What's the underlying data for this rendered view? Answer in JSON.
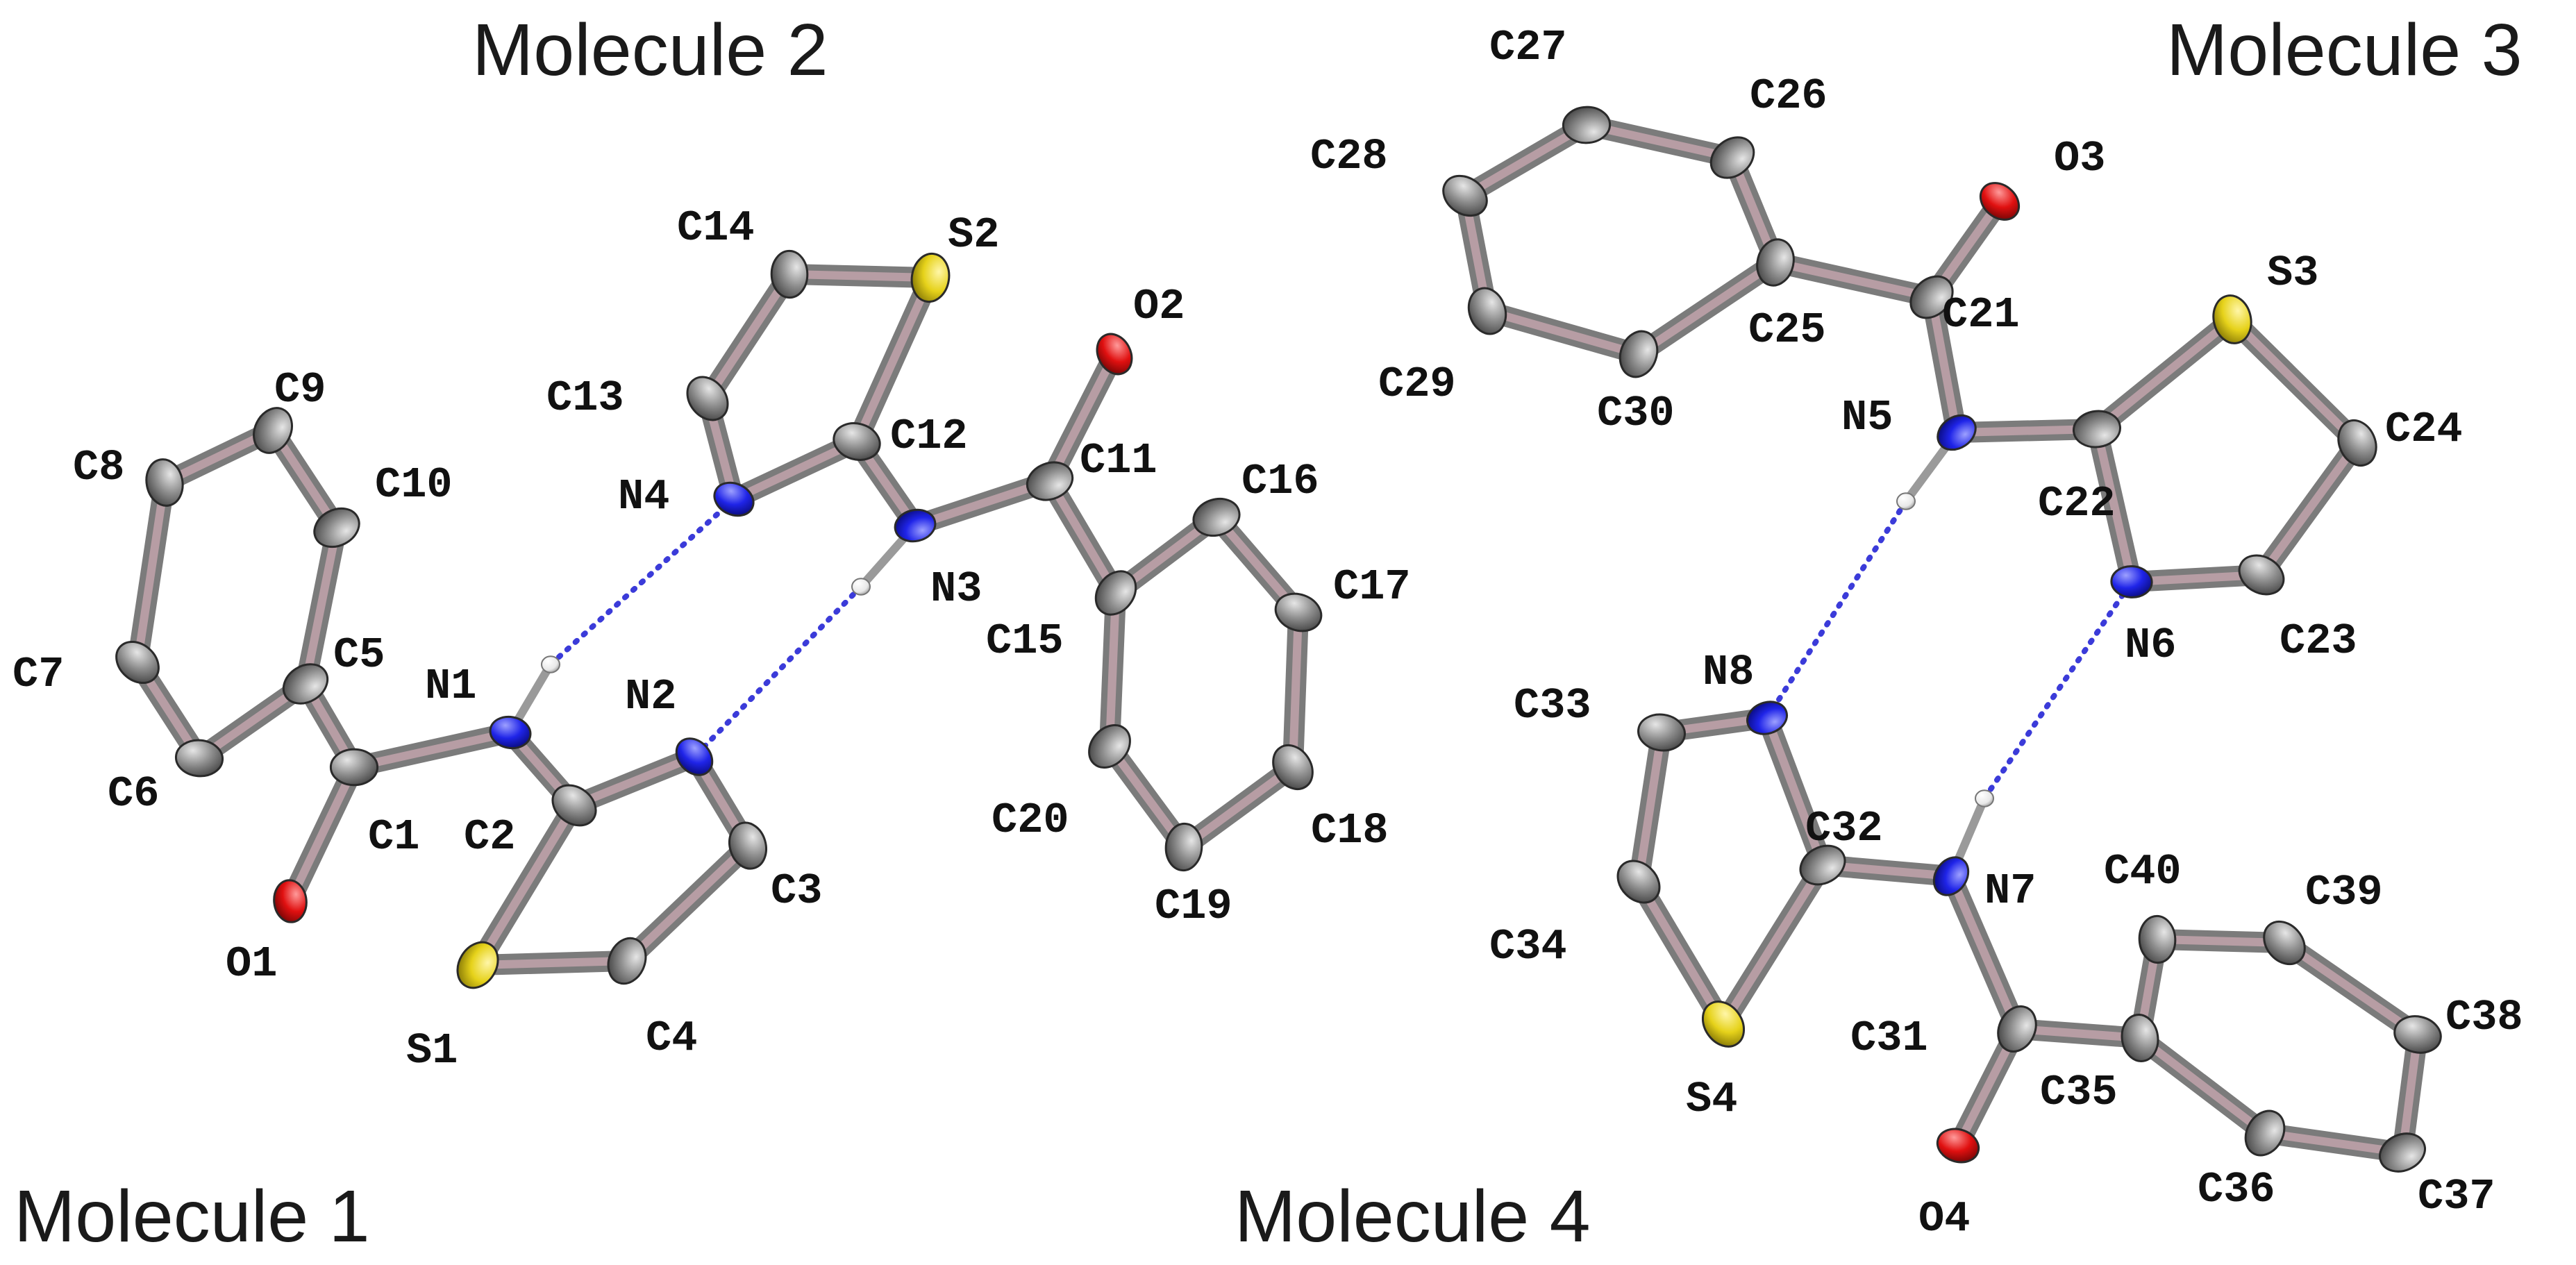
{
  "colors": {
    "carbon": "#8d8d8d",
    "nitrogen": "#1f24e8",
    "oxygen": "#e01010",
    "sulfur": "#e6d21a",
    "hydrogen": "#f2f2f2",
    "hbond": "#3b3bd9"
  },
  "molecules": [
    {
      "title": "Molecule 1"
    },
    {
      "title": "Molecule 2"
    },
    {
      "title": "Molecule 3"
    },
    {
      "title": "Molecule 4"
    }
  ],
  "atoms": [
    {
      "label": "C1",
      "element": "C"
    },
    {
      "label": "C2",
      "element": "C"
    },
    {
      "label": "C3",
      "element": "C"
    },
    {
      "label": "C4",
      "element": "C"
    },
    {
      "label": "C5",
      "element": "C"
    },
    {
      "label": "C6",
      "element": "C"
    },
    {
      "label": "C7",
      "element": "C"
    },
    {
      "label": "C8",
      "element": "C"
    },
    {
      "label": "C9",
      "element": "C"
    },
    {
      "label": "C10",
      "element": "C"
    },
    {
      "label": "N1",
      "element": "N"
    },
    {
      "label": "N2",
      "element": "N"
    },
    {
      "label": "O1",
      "element": "O"
    },
    {
      "label": "S1",
      "element": "S"
    },
    {
      "label": "C11",
      "element": "C"
    },
    {
      "label": "C12",
      "element": "C"
    },
    {
      "label": "C13",
      "element": "C"
    },
    {
      "label": "C14",
      "element": "C"
    },
    {
      "label": "C15",
      "element": "C"
    },
    {
      "label": "C16",
      "element": "C"
    },
    {
      "label": "C17",
      "element": "C"
    },
    {
      "label": "C18",
      "element": "C"
    },
    {
      "label": "C19",
      "element": "C"
    },
    {
      "label": "C20",
      "element": "C"
    },
    {
      "label": "N3",
      "element": "N"
    },
    {
      "label": "N4",
      "element": "N"
    },
    {
      "label": "O2",
      "element": "O"
    },
    {
      "label": "S2",
      "element": "S"
    },
    {
      "label": "C21",
      "element": "C"
    },
    {
      "label": "C22",
      "element": "C"
    },
    {
      "label": "C23",
      "element": "C"
    },
    {
      "label": "C24",
      "element": "C"
    },
    {
      "label": "C25",
      "element": "C"
    },
    {
      "label": "C26",
      "element": "C"
    },
    {
      "label": "C27",
      "element": "C"
    },
    {
      "label": "C28",
      "element": "C"
    },
    {
      "label": "C29",
      "element": "C"
    },
    {
      "label": "C30",
      "element": "C"
    },
    {
      "label": "N5",
      "element": "N"
    },
    {
      "label": "N6",
      "element": "N"
    },
    {
      "label": "O3",
      "element": "O"
    },
    {
      "label": "S3",
      "element": "S"
    },
    {
      "label": "C31",
      "element": "C"
    },
    {
      "label": "C32",
      "element": "C"
    },
    {
      "label": "C33",
      "element": "C"
    },
    {
      "label": "C34",
      "element": "C"
    },
    {
      "label": "C35",
      "element": "C"
    },
    {
      "label": "C36",
      "element": "C"
    },
    {
      "label": "C37",
      "element": "C"
    },
    {
      "label": "C38",
      "element": "C"
    },
    {
      "label": "C39",
      "element": "C"
    },
    {
      "label": "C40",
      "element": "C"
    },
    {
      "label": "N7",
      "element": "N"
    },
    {
      "label": "N8",
      "element": "N"
    },
    {
      "label": "O4",
      "element": "O"
    },
    {
      "label": "S4",
      "element": "S"
    }
  ],
  "bonds": [
    [
      "C1",
      "O1"
    ],
    [
      "C1",
      "C5"
    ],
    [
      "C1",
      "N1"
    ],
    [
      "N1",
      "C2"
    ],
    [
      "C2",
      "N2"
    ],
    [
      "N2",
      "C3"
    ],
    [
      "C3",
      "C4"
    ],
    [
      "C4",
      "S1"
    ],
    [
      "S1",
      "C2"
    ],
    [
      "C5",
      "C6"
    ],
    [
      "C6",
      "C7"
    ],
    [
      "C7",
      "C8"
    ],
    [
      "C8",
      "C9"
    ],
    [
      "C9",
      "C10"
    ],
    [
      "C10",
      "C5"
    ],
    [
      "C11",
      "O2"
    ],
    [
      "C11",
      "N3"
    ],
    [
      "C11",
      "C15"
    ],
    [
      "N3",
      "C12"
    ],
    [
      "C12",
      "N4"
    ],
    [
      "N4",
      "C13"
    ],
    [
      "C13",
      "C14"
    ],
    [
      "C14",
      "S2"
    ],
    [
      "S2",
      "C12"
    ],
    [
      "C15",
      "C16"
    ],
    [
      "C16",
      "C17"
    ],
    [
      "C17",
      "C18"
    ],
    [
      "C18",
      "C19"
    ],
    [
      "C19",
      "C20"
    ],
    [
      "C20",
      "C15"
    ],
    [
      "C21",
      "O3"
    ],
    [
      "C21",
      "C25"
    ],
    [
      "C21",
      "N5"
    ],
    [
      "N5",
      "C22"
    ],
    [
      "C22",
      "S3"
    ],
    [
      "S3",
      "C24"
    ],
    [
      "C24",
      "C23"
    ],
    [
      "C23",
      "N6"
    ],
    [
      "N6",
      "C22"
    ],
    [
      "C25",
      "C26"
    ],
    [
      "C26",
      "C27"
    ],
    [
      "C27",
      "C28"
    ],
    [
      "C28",
      "C29"
    ],
    [
      "C29",
      "C30"
    ],
    [
      "C30",
      "C25"
    ],
    [
      "C31",
      "O4"
    ],
    [
      "C31",
      "C35"
    ],
    [
      "C31",
      "N7"
    ],
    [
      "N7",
      "C32"
    ],
    [
      "C32",
      "N8"
    ],
    [
      "N8",
      "C33"
    ],
    [
      "C33",
      "C34"
    ],
    [
      "C34",
      "S4"
    ],
    [
      "S4",
      "C32"
    ],
    [
      "C35",
      "C36"
    ],
    [
      "C36",
      "C37"
    ],
    [
      "C37",
      "C38"
    ],
    [
      "C38",
      "C39"
    ],
    [
      "C39",
      "C40"
    ],
    [
      "C40",
      "C35"
    ]
  ],
  "hydrogen_bonds": [
    [
      "N1",
      "N4"
    ],
    [
      "N3",
      "N2"
    ],
    [
      "N5",
      "N8"
    ],
    [
      "N7",
      "N6"
    ]
  ]
}
